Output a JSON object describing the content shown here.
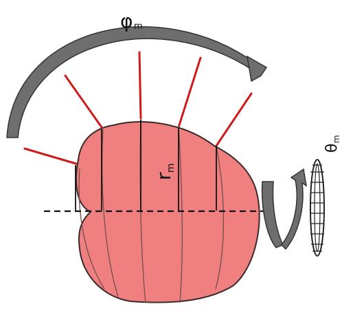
{
  "labels": {
    "phi": "φ",
    "phi_sub": "m",
    "r": "r",
    "r_sub": "m",
    "theta": "θ",
    "theta_sub": "m"
  },
  "colors": {
    "body_fill": "#f08080",
    "body_stroke": "#3a2a2a",
    "ray": "#d01a1a",
    "arrow": "#6e6e6e",
    "meridian": "#7a5050",
    "axis": "#111111"
  },
  "icons": {
    "phi_arrow": "curved-arrow-icon",
    "theta_arrow": "rotation-arrow-icon",
    "theta_ring": "ring-icon"
  }
}
